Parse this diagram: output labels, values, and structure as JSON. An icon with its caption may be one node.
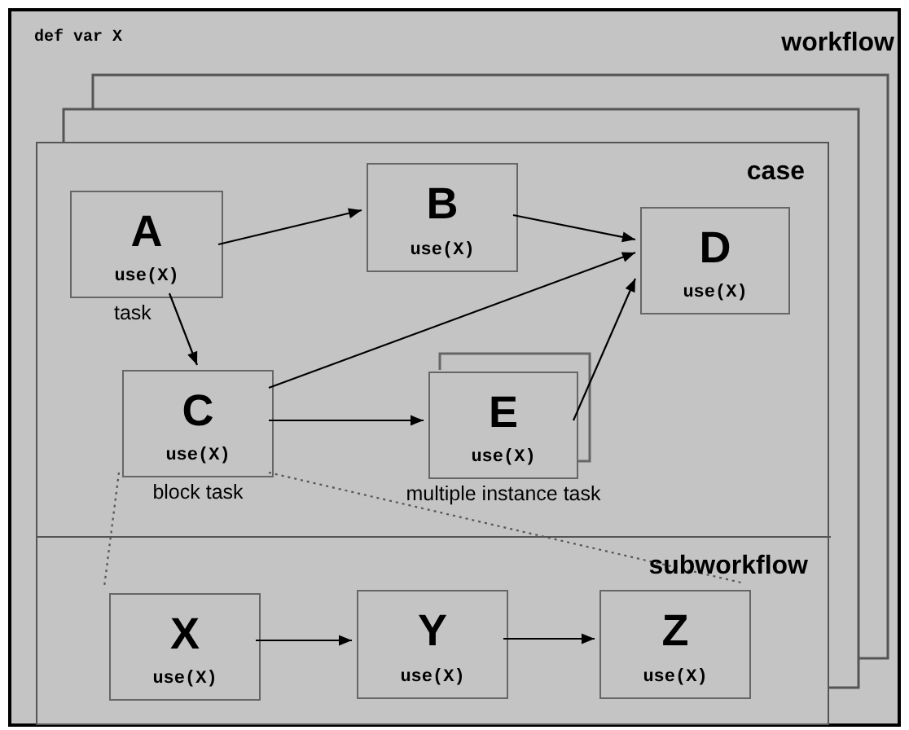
{
  "diagram": {
    "nodes": [
      {
        "text": [
          "def var X",
          "workflow"
        ]
      },
      {
        "text": [
          "case"
        ],
        "in": 0
      },
      {
        "text": [
          "A",
          "use(X)"
        ],
        "beside": [
          "task"
        ],
        "in": 1
      },
      {
        "text": [
          "B",
          "use(X)"
        ],
        "in": 1
      },
      {
        "text": [
          "D",
          "use(X)"
        ],
        "in": 1
      },
      {
        "text": [
          "C",
          "use(X)"
        ],
        "beside": [
          "block task"
        ],
        "in": 1
      },
      {
        "text": [
          "E",
          "use(X)"
        ],
        "beside": [
          "multiple instance task"
        ],
        "in": 1
      },
      {
        "text": [
          "subworkflow"
        ],
        "in": 1
      },
      {
        "text": [
          "X",
          "use(X)"
        ],
        "in": 7
      },
      {
        "text": [
          "Y",
          "use(X)"
        ],
        "in": 7
      },
      {
        "text": [
          "Z",
          "use(X)"
        ],
        "in": 7
      }
    ],
    "edges": [
      {
        "from": 2,
        "to": 3,
        "arrow": "to"
      },
      {
        "from": 3,
        "to": 4,
        "arrow": "to"
      },
      {
        "from": 2,
        "to": 5,
        "arrow": "to"
      },
      {
        "from": 5,
        "to": 4,
        "arrow": "to"
      },
      {
        "from": 6,
        "to": 4,
        "arrow": "to"
      },
      {
        "from": 5,
        "to": 6,
        "arrow": "to"
      },
      {
        "from": 5,
        "to": 8,
        "arrow": "none",
        "style": "dashed"
      },
      {
        "from": 5,
        "to": 10,
        "arrow": "none",
        "style": "dashed"
      },
      {
        "from": 8,
        "to": 9,
        "arrow": "to"
      },
      {
        "from": 9,
        "to": 10,
        "arrow": "to"
      }
    ]
  }
}
